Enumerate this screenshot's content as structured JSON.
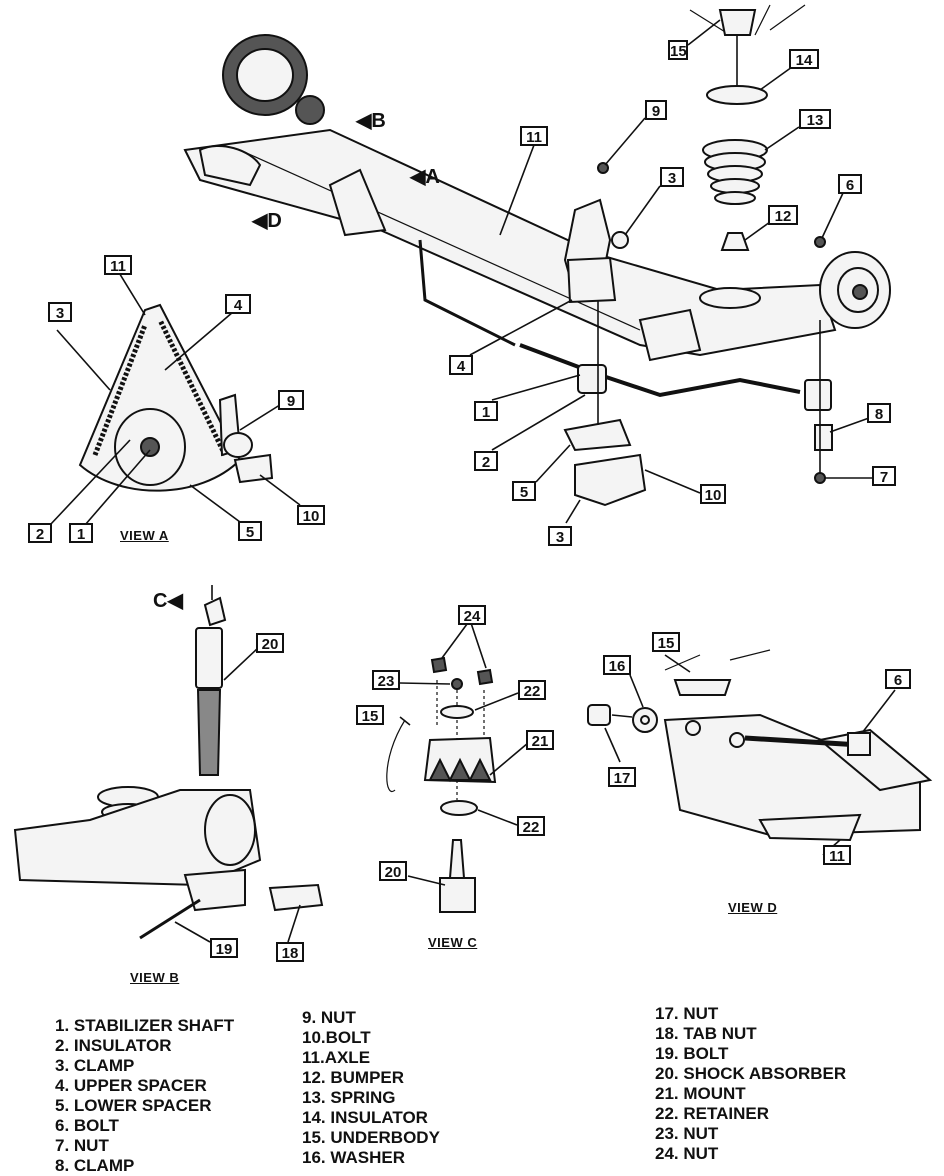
{
  "views": {
    "a": "VIEW A",
    "b": "VIEW B",
    "c": "VIEW C",
    "d": "VIEW D"
  },
  "arrows": {
    "a": "A",
    "b": "B",
    "c": "C",
    "d": "D"
  },
  "callouts": {
    "main": [
      "15",
      "14",
      "13",
      "9",
      "3",
      "11",
      "12",
      "6",
      "4",
      "1",
      "2",
      "5",
      "3",
      "10",
      "8",
      "7"
    ],
    "view_a": [
      "11",
      "3",
      "4",
      "9",
      "2",
      "1",
      "5",
      "10"
    ],
    "view_b": [
      "20",
      "19",
      "18"
    ],
    "view_c": [
      "24",
      "23",
      "22",
      "15",
      "21",
      "22",
      "20"
    ],
    "view_d": [
      "15",
      "16",
      "6",
      "17",
      "11"
    ]
  },
  "legend": {
    "col1": [
      "1.  STABILIZER SHAFT",
      "2.  INSULATOR",
      "3.  CLAMP",
      "4.  UPPER SPACER",
      "5.  LOWER SPACER",
      "6.  BOLT",
      "7.  NUT",
      "8.  CLAMP"
    ],
    "col2": [
      "9.  NUT",
      "10.BOLT",
      "11.AXLE",
      "12.  BUMPER",
      "13.  SPRING",
      "14.  INSULATOR",
      "15.  UNDERBODY",
      "16.  WASHER"
    ],
    "col3": [
      "17. NUT",
      "18. TAB NUT",
      "19. BOLT",
      "20. SHOCK ABSORBER",
      "21. MOUNT",
      "22. RETAINER",
      "23. NUT",
      "24. NUT"
    ]
  }
}
